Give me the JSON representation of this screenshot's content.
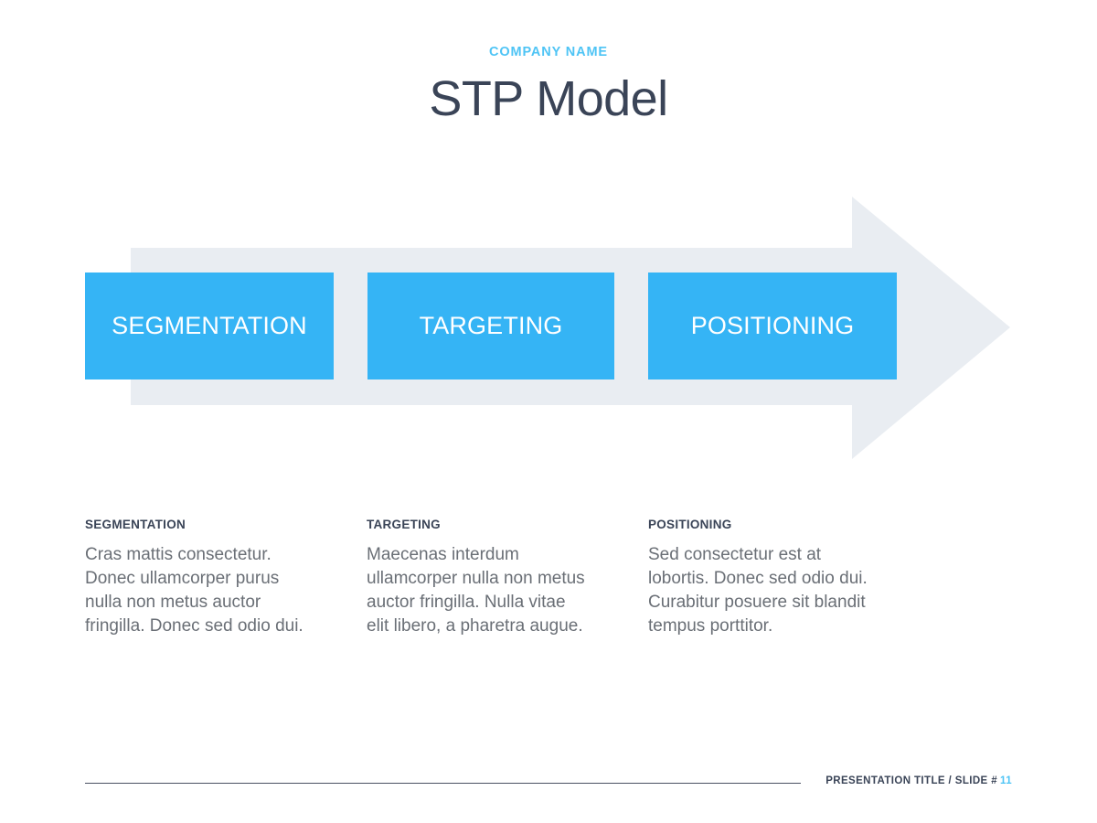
{
  "header": {
    "eyebrow": "COMPANY NAME",
    "title": "STP Model"
  },
  "colors": {
    "accent_blue": "#35b4f5",
    "eyebrow_blue": "#4ec4f5",
    "dark_navy": "#3a4457",
    "arrow_gray": "#e9edf2",
    "body_gray": "#6a6f76",
    "background": "#ffffff"
  },
  "diagram": {
    "type": "process-arrow",
    "direction": "left-to-right",
    "stages": [
      {
        "label": "SEGMENTATION"
      },
      {
        "label": "TARGETING"
      },
      {
        "label": "POSITIONING"
      }
    ]
  },
  "descriptions": [
    {
      "title": "SEGMENTATION",
      "body": "Cras mattis consectetur. Donec ullamcorper purus nulla non metus auctor fringilla. Donec sed odio dui."
    },
    {
      "title": "TARGETING",
      "body": "Maecenas interdum ullamcorper nulla non metus auctor fringilla. Nulla vitae elit libero, a pharetra augue."
    },
    {
      "title": "POSITIONING",
      "body": "Sed consectetur est at lobortis. Donec sed odio dui. Curabitur posuere sit blandit tempus porttitor."
    }
  ],
  "footer": {
    "text": "PRESENTATION TITLE / SLIDE #",
    "slide_number": "11"
  }
}
